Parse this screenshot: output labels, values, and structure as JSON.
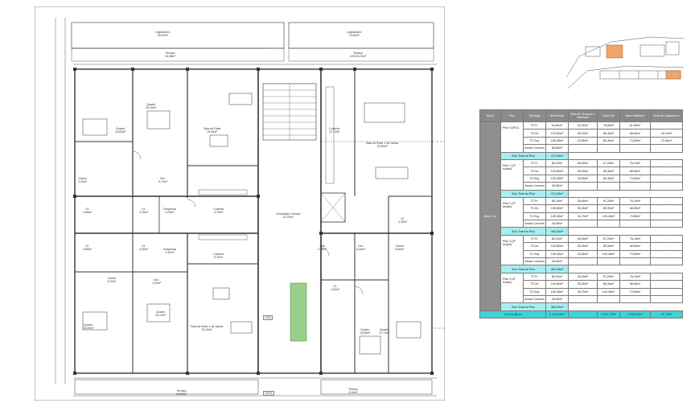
{
  "plan": {
    "rooms": [
      {
        "id": "logr-l",
        "name": "Logradouro",
        "area": "18,00m²"
      },
      {
        "id": "terr-tl",
        "name": "Terraço",
        "area": "16,38m²"
      },
      {
        "id": "logr-r",
        "name": "Logradouro",
        "area": "13,60m²"
      },
      {
        "id": "terr-tr",
        "name": "Terraço",
        "area": "6,6115,15m²"
      },
      {
        "id": "q1",
        "name": "Quarto",
        "area": "18,15m²"
      },
      {
        "id": "q2",
        "name": "Quarto",
        "area": "14,60m²"
      },
      {
        "id": "sala1",
        "name": "Sala de Estar",
        "area": "25,35m²"
      },
      {
        "id": "coz1",
        "name": "Cozinha",
        "area": "12,70m²"
      },
      {
        "id": "sala2",
        "name": "Sala de Estar e de Jantar",
        "area": "32,80m²"
      },
      {
        "id": "closet1",
        "name": "Closet",
        "area": "4,35m²"
      },
      {
        "id": "circ1",
        "name": "Circ.",
        "area": "3,70m²"
      },
      {
        "id": "is1",
        "name": "I.S.",
        "area": "4,85m²"
      },
      {
        "id": "is2",
        "name": "I.S.",
        "area": "3,35m²"
      },
      {
        "id": "desp1",
        "name": "Despensa",
        "area": "2,05m²"
      },
      {
        "id": "coz2",
        "name": "Cozinha",
        "area": "9,70m²"
      },
      {
        "id": "circcom",
        "name": "Circulação Comum",
        "area": "32,00m²"
      },
      {
        "id": "is3",
        "name": "I.S.",
        "area": "4,35m²"
      },
      {
        "id": "is4",
        "name": "I.S.",
        "area": "4,85m²"
      },
      {
        "id": "is5",
        "name": "I.S.",
        "area": "3,30m²"
      },
      {
        "id": "desp2",
        "name": "Despensa",
        "area": "1,90m²"
      },
      {
        "id": "coz3",
        "name": "Cozinha",
        "area": "9,70m²"
      },
      {
        "id": "hall",
        "name": "Hall",
        "area": "4,00m²"
      },
      {
        "id": "circ2",
        "name": "Circ.",
        "area": "6,00m²"
      },
      {
        "id": "closet2",
        "name": "Closet",
        "area": "6,60m²"
      },
      {
        "id": "closet3",
        "name": "Closet",
        "area": "4,15m²"
      },
      {
        "id": "circ3",
        "name": "Circ.",
        "area": "2,40m²"
      },
      {
        "id": "is6",
        "name": "I.S.",
        "area": "4,00m²"
      },
      {
        "id": "q3",
        "name": "Quarto",
        "area": "15,00m²"
      },
      {
        "id": "q4",
        "name": "Quarto",
        "area": "15,10m²"
      },
      {
        "id": "sala3",
        "name": "Sala de Estar e de Jantar",
        "area": "20,30m²"
      },
      {
        "id": "q5",
        "name": "Quarto",
        "area": "14,65m²"
      },
      {
        "id": "q6",
        "name": "Quarto",
        "area": "12,70m²"
      },
      {
        "id": "terr-bl",
        "name": "Terraço",
        "area": "15,60m²"
      },
      {
        "id": "terr-br",
        "name": "Terraço",
        "area": "9,00m²"
      }
    ],
    "stamps": [
      "0,00",
      "25,30"
    ]
  },
  "table": {
    "headers": [
      "Bloco",
      "Piso",
      "Tipologia",
      "Área Bruta",
      "Área de Terraços e Varandas",
      "Área Útil",
      "Área Habitável",
      "Área de Logradouro"
    ],
    "bloco": "Bloco 3 e",
    "floors": [
      {
        "piso": "Piso 0 (R/C)",
        "rows": [
          [
            "T2 Fr.",
            "94,80m²",
            "22,00m²",
            "78,80m²",
            "61,60m²",
            "-"
          ],
          [
            "T3 Dir.",
            "100,60m²",
            "35,15m²",
            "85,35m²",
            "68,55m²",
            "18,10m²"
          ],
          [
            "T2 Esq.",
            "105,45m²",
            "24,85m²",
            "85,45m²",
            "73,55m²",
            "13,60m²"
          ],
          [
            "Áreas Comuns",
            "86,65m²",
            "",
            "",
            "",
            ""
          ]
        ],
        "subtotal": "474,45m²"
      },
      {
        "piso": "Piso 1 (1º Andar)",
        "rows": [
          [
            "T2 Fr.",
            "85,20m²",
            "28,45m²",
            "97,25m²",
            "76,15m²",
            "-"
          ],
          [
            "T3 Dir.",
            "100,80m²",
            "35,45m²",
            "85,35m²",
            "68,55m²",
            "-"
          ],
          [
            "T2 Esq.",
            "105,45m²",
            "33,05m²",
            "85,45m²",
            "73,55m²",
            "-"
          ],
          [
            "Áreas Comuns",
            "45,50m²",
            "",
            "",
            "",
            ""
          ]
        ],
        "subtotal": "474,45m²"
      },
      {
        "piso": "Piso 2 (2º Andar)",
        "rows": [
          [
            "T2 Fr.",
            "85,20m²",
            "28,45m²",
            "97,25m²",
            "76,15m²",
            "-"
          ],
          [
            "T3 Dir.",
            "100,80m²",
            "35,45m²",
            "85,35m²",
            "68,55m²",
            "-"
          ],
          [
            "T2 Esq.",
            "105,45m²",
            "34,70m²",
            "105,45m²",
            "73,55m²",
            "-"
          ],
          [
            "Áreas Comuns",
            "45,50m²",
            "",
            "",
            "",
            ""
          ]
        ],
        "subtotal": "468,35m²"
      },
      {
        "piso": "Piso 3 (3º Andar)",
        "rows": [
          [
            "T2 Fr.",
            "85,20m²",
            "28,45m²",
            "97,25m²",
            "76,15m²",
            "-"
          ],
          [
            "T3 Dir.",
            "100,80m²",
            "35,45m²",
            "85,35m²",
            "68,55m²",
            "-"
          ],
          [
            "T2 Esq.",
            "105,45m²",
            "34,85m²",
            "105,45m²",
            "73,55m²",
            "-"
          ],
          [
            "Áreas Comuns",
            "45,50m²",
            "",
            "",
            "",
            ""
          ]
        ],
        "subtotal": "465,35m²"
      },
      {
        "piso": "Piso 4 (4º Andar)",
        "rows": [
          [
            "T2 Fr.",
            "85,20m²",
            "28,45m²",
            "97,25m²",
            "76,15m²",
            "-"
          ],
          [
            "T3 Dir.",
            "100,80m²",
            "35,45m²",
            "85,35m²",
            "68,55m²",
            "-"
          ],
          [
            "T2 Esq.",
            "105,45m²",
            "34,70m²",
            "105,45m²",
            "73,55m²",
            "-"
          ],
          [
            "Áreas Comuns",
            "45,50m²",
            "",
            "",
            "",
            ""
          ]
        ],
        "subtotal": "468,35m²"
      }
    ],
    "subtotal_label": "Sub-Total do Piso",
    "total_label": "Total do Bloco",
    "totals": [
      "2 344,20m²",
      "",
      "1 671,70m²",
      "1 098,45m²",
      "31,70m²"
    ]
  }
}
